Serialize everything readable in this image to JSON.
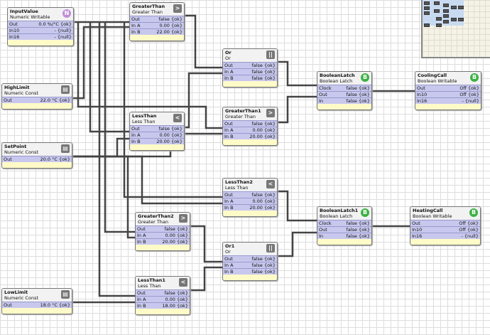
{
  "blocks": [
    {
      "id": "InputValue",
      "type": "Numeric Writable",
      "icon": "N",
      "icon_color": "#c08fd8",
      "rows": [
        [
          "Out",
          "0.0 %/°C {ok}"
        ],
        [
          "In10",
          "- {null}"
        ],
        [
          "In16",
          "- {null}"
        ]
      ]
    },
    {
      "id": "GreaterThan",
      "type": "Greater Than",
      "icon": ">",
      "rows": [
        [
          "Out",
          "false {ok}"
        ],
        [
          "In A",
          "0.00 {ok}"
        ],
        [
          "In B",
          "22.00 {ok}"
        ]
      ]
    },
    {
      "id": "Or",
      "type": "Or",
      "icon": "||",
      "rows": [
        [
          "Out",
          "false {ok}"
        ],
        [
          "In A",
          "false {ok}"
        ],
        [
          "In B",
          "false {ok}"
        ]
      ]
    },
    {
      "id": "BooleanLatch",
      "type": "Boolean Latch",
      "icon": "B",
      "icon_color": "#3cb043",
      "rows": [
        [
          "Clock",
          "false {ok}"
        ],
        [
          "Out",
          "false {ok}"
        ],
        [
          "In",
          "false {ok}"
        ]
      ]
    },
    {
      "id": "CoolingCall",
      "type": "Boolean Writable",
      "icon": "B",
      "icon_color": "#3cb043",
      "rows": [
        [
          "Out",
          "Off {ok}"
        ],
        [
          "In10",
          "Off {ok}"
        ],
        [
          "In16",
          "- {null}"
        ]
      ]
    },
    {
      "id": "HighLimit",
      "type": "Numeric Const",
      "icon": "▤",
      "rows": [
        [
          "Out",
          "22.0 °C {ok}"
        ]
      ]
    },
    {
      "id": "LessThan",
      "type": "Less Than",
      "icon": "<",
      "rows": [
        [
          "Out",
          "false {ok}"
        ],
        [
          "In A",
          "0.00 {ok}"
        ],
        [
          "In B",
          "20.00 {ok}"
        ]
      ]
    },
    {
      "id": "GreaterThan1",
      "type": "Greater Than",
      "icon": ">",
      "rows": [
        [
          "Out",
          "false {ok}"
        ],
        [
          "In A",
          "0.00 {ok}"
        ],
        [
          "In B",
          "20.00 {ok}"
        ]
      ]
    },
    {
      "id": "SetPoint",
      "type": "Numeric Const",
      "icon": "▤",
      "rows": [
        [
          "Out",
          "20.0 °C {ok}"
        ]
      ]
    },
    {
      "id": "LessThan2",
      "type": "Less Than",
      "icon": "<",
      "rows": [
        [
          "Out",
          "false {ok}"
        ],
        [
          "In A",
          "0.00 {ok}"
        ],
        [
          "In B",
          "20.00 {ok}"
        ]
      ]
    },
    {
      "id": "BooleanLatch1",
      "type": "Boolean Latch",
      "icon": "B",
      "icon_color": "#3cb043",
      "rows": [
        [
          "Clock",
          "false {ok}"
        ],
        [
          "Out",
          "false {ok}"
        ],
        [
          "In",
          "false {ok}"
        ]
      ]
    },
    {
      "id": "HeatingCall",
      "type": "Boolean Writable",
      "icon": "B",
      "icon_color": "#3cb043",
      "rows": [
        [
          "Out",
          "Off {ok}"
        ],
        [
          "In10",
          "Off {ok}"
        ],
        [
          "In16",
          "- {null}"
        ]
      ]
    },
    {
      "id": "GreaterThan2",
      "type": "Greater Than",
      "icon": ">",
      "rows": [
        [
          "Out",
          "false {ok}"
        ],
        [
          "In A",
          "0.00 {ok}"
        ],
        [
          "In B",
          "20.00 {ok}"
        ]
      ]
    },
    {
      "id": "Or1",
      "type": "Or",
      "icon": "||",
      "rows": [
        [
          "Out",
          "false {ok}"
        ],
        [
          "In A",
          "false {ok}"
        ],
        [
          "In B",
          "false {ok}"
        ]
      ]
    },
    {
      "id": "LowLimit",
      "type": "Numeric Const",
      "icon": "▤",
      "rows": [
        [
          "Out",
          "18.0 °C {ok}"
        ]
      ]
    },
    {
      "id": "LessThan1",
      "type": "Less Than",
      "icon": "<",
      "rows": [
        [
          "Out",
          "false {ok}"
        ],
        [
          "In A",
          "0.00 {ok}"
        ],
        [
          "In B",
          "18.00 {ok}"
        ]
      ]
    }
  ]
}
